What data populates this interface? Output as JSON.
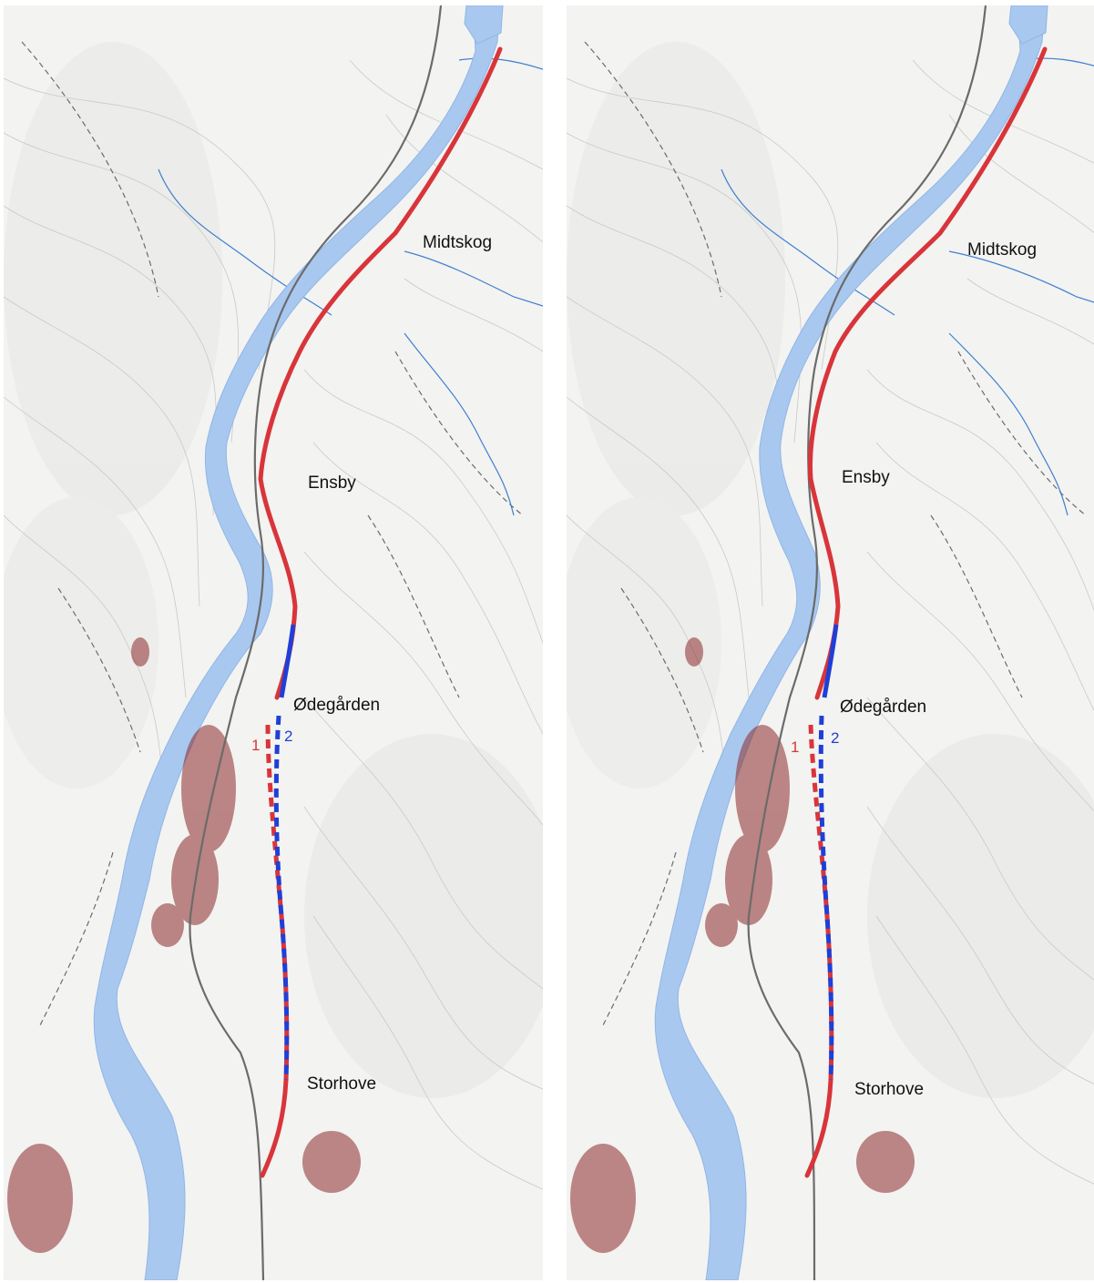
{
  "colors": {
    "river": "#a9c8ef",
    "river_edge": "#8fb6e6",
    "stream": "#3f7fd0",
    "road_new": "#d8353a",
    "road_alt2": "#1f3fd6",
    "road_existing": "#6b6b6b",
    "contour": "#c9c9c9",
    "buildings": "#8a2a2a",
    "terrain": "#f3f3f1"
  },
  "panels": [
    {
      "id": "left",
      "places": {
        "midtskog": "Midtskog",
        "ensby": "Ensby",
        "odegarden": "Ødegården",
        "storhove": "Storhove"
      },
      "alternatives": {
        "alt1": "1",
        "alt2": "2"
      }
    },
    {
      "id": "right",
      "places": {
        "midtskog": "Midtskog",
        "ensby": "Ensby",
        "odegarden": "Ødegården",
        "storhove": "Storhove"
      },
      "alternatives": {
        "alt1": "1",
        "alt2": "2"
      }
    }
  ]
}
